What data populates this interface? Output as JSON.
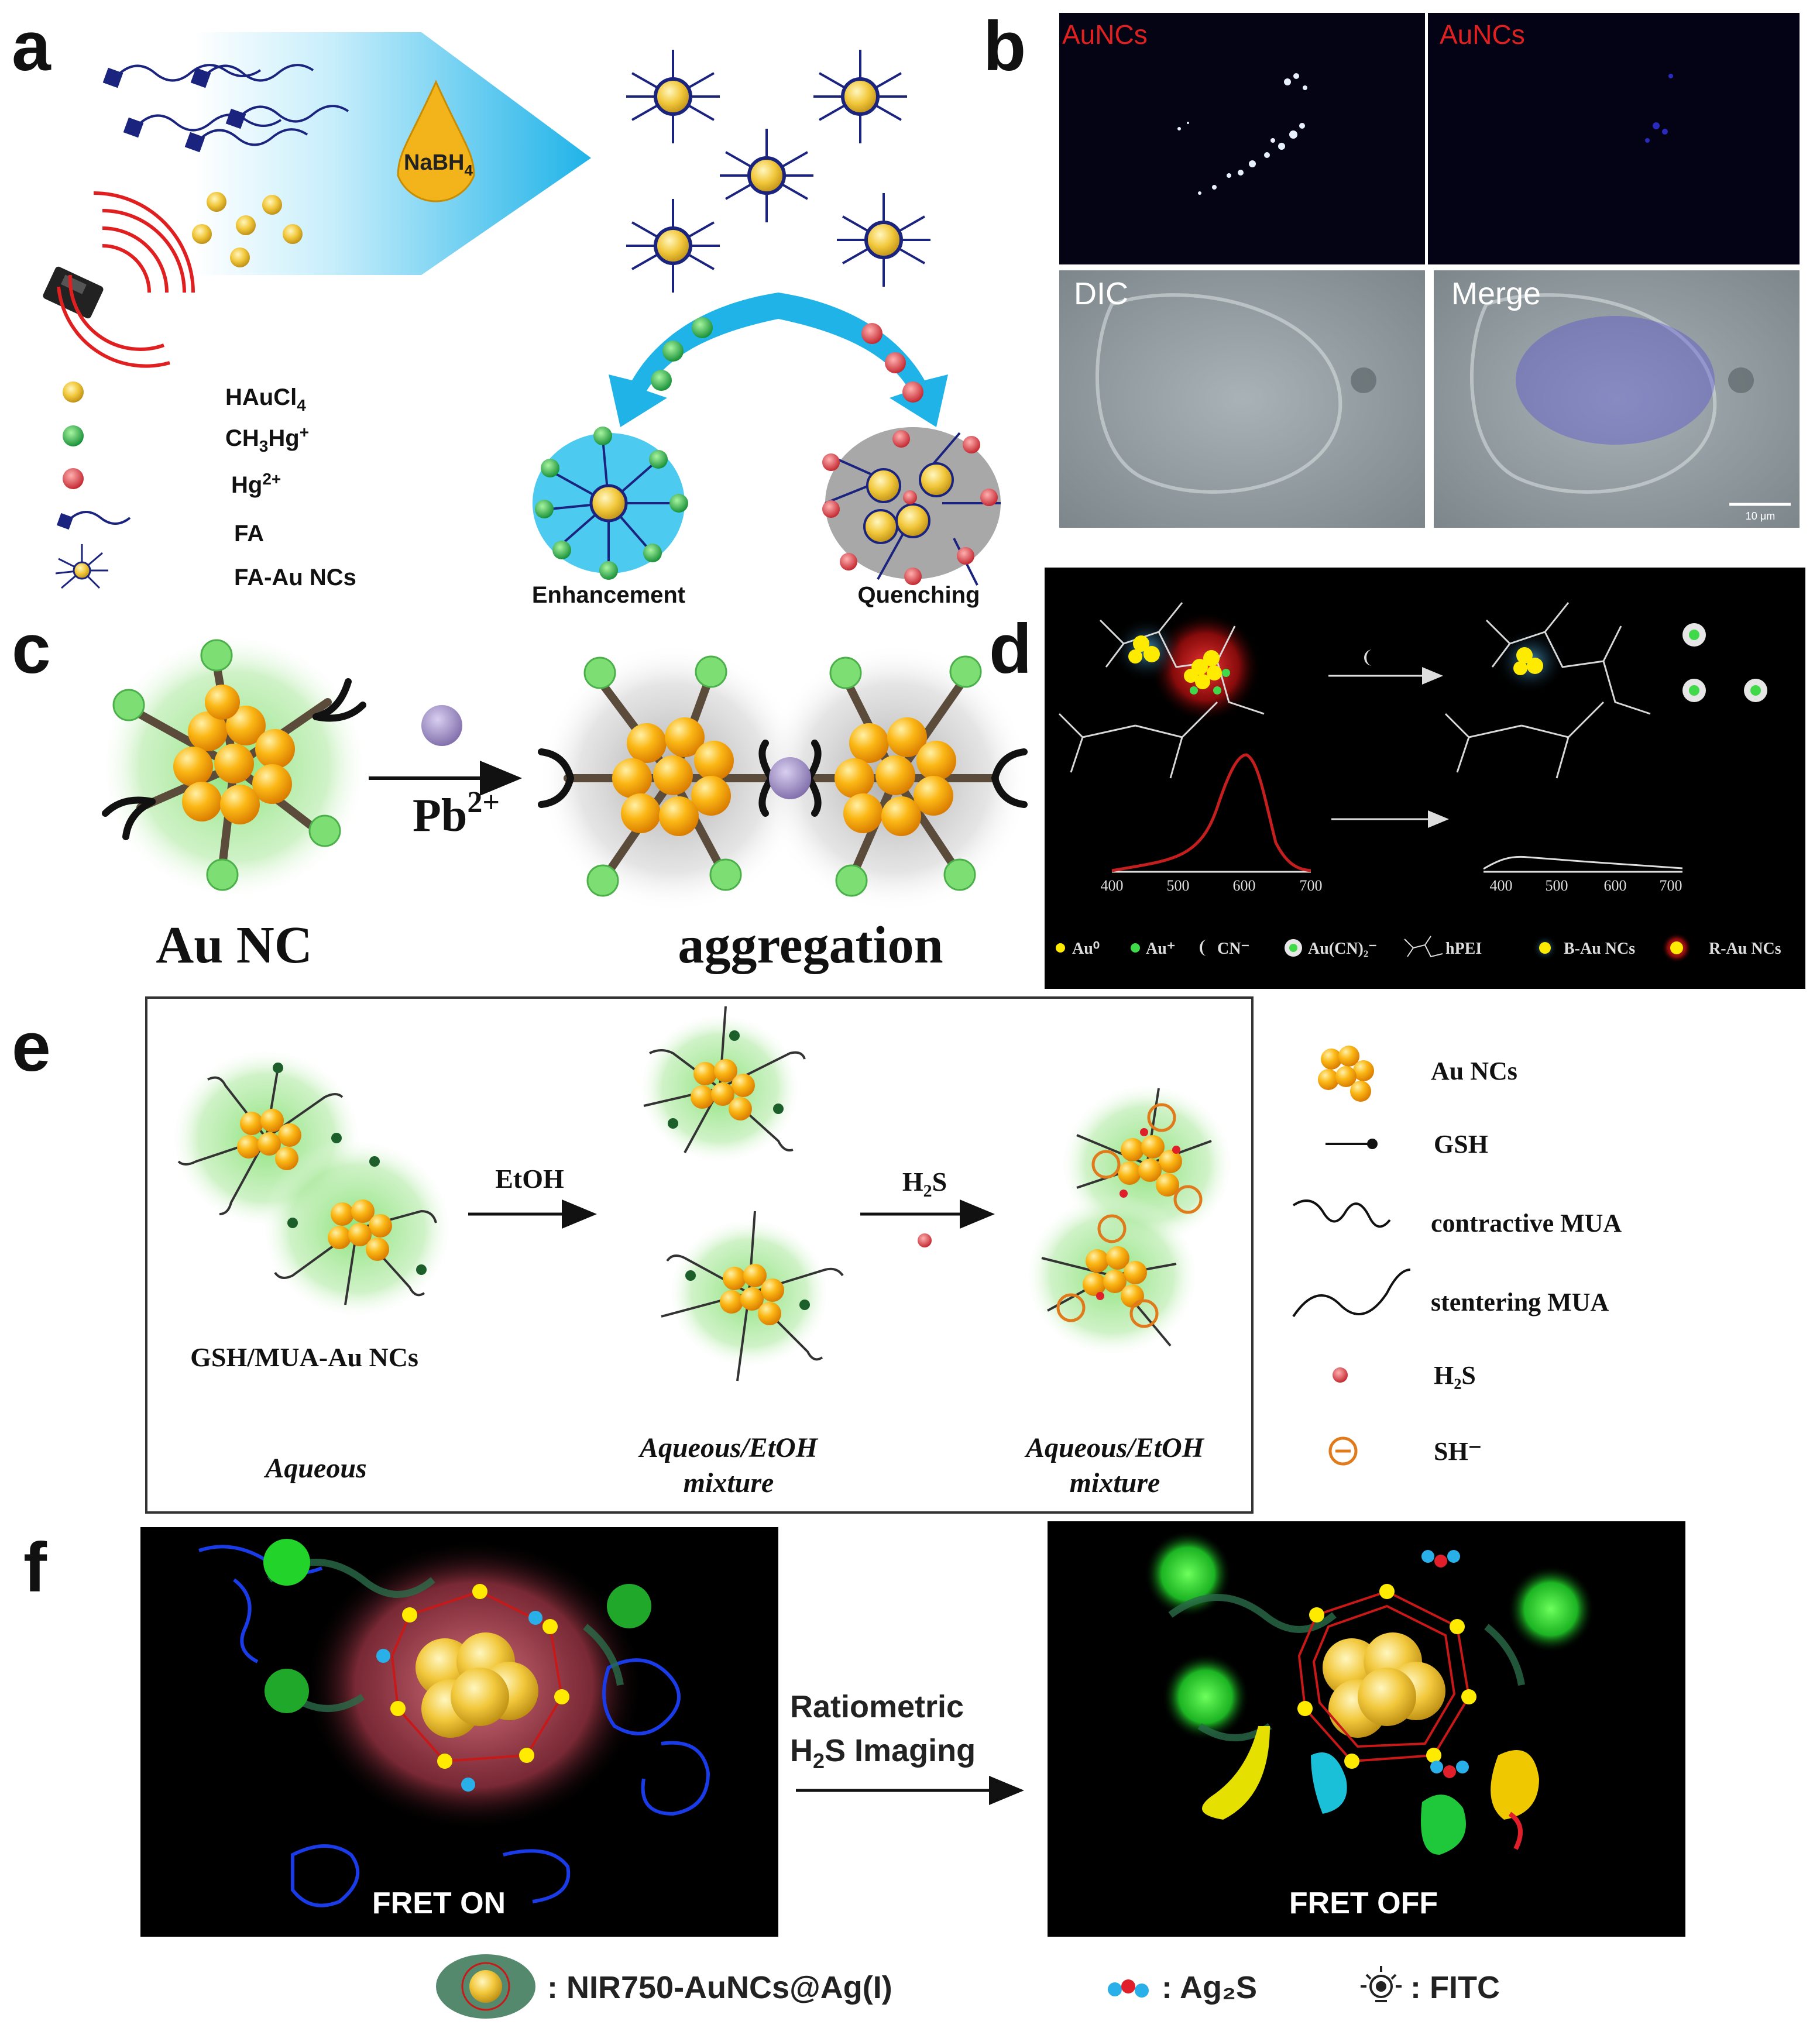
{
  "panel_letters": {
    "a": "a",
    "b": "b",
    "c": "c",
    "d": "d",
    "e": "e",
    "f": "f"
  },
  "panel_a": {
    "reductant": "NaBH",
    "reductant_sub": "4",
    "outcomes": {
      "left": "Enhancement",
      "right": "Quenching"
    },
    "legend": [
      {
        "text": "HAuCl",
        "sub": "4",
        "sup": "",
        "icon": "gold-sphere"
      },
      {
        "text": "CH",
        "sub": "3",
        "tail": "Hg",
        "sup": "+",
        "icon": "green-sphere"
      },
      {
        "text": "Hg",
        "sub": "",
        "sup": "2+",
        "icon": "red-sphere"
      },
      {
        "text": "FA",
        "sub": "",
        "sup": "",
        "icon": "folate-chain"
      },
      {
        "text": "FA-Au NCs",
        "sub": "",
        "sup": "",
        "icon": "fa-au-cluster"
      }
    ],
    "colors": {
      "gold": "#e7c56a",
      "green": "#19a84a",
      "red": "#d9363e",
      "cyan": "#2fb8e6",
      "navy": "#1a237e"
    }
  },
  "panel_b": {
    "tiles": [
      {
        "label": "AuNCs",
        "color": "#e02020"
      },
      {
        "label": "AuNCs",
        "color": "#e02020"
      },
      {
        "label": "DIC",
        "color": "#ffffff"
      },
      {
        "label": "Merge",
        "color": "#ffffff"
      }
    ],
    "scale_bar": "10 μm"
  },
  "panel_c": {
    "left_label": "Au NC",
    "right_label": "aggregation",
    "ion": "Pb",
    "ion_sup": "2+",
    "colors": {
      "gold": "#f6a800",
      "glow": "#74d86a",
      "ion": "#9b87c6"
    }
  },
  "panel_d": {
    "axis_ticks": [
      "400",
      "500",
      "600",
      "700"
    ],
    "legend": [
      {
        "label": "Au⁰",
        "icon": "yellow-dot"
      },
      {
        "label": "Au⁺",
        "icon": "green-dot"
      },
      {
        "label": "CN⁻",
        "icon": "crescent"
      },
      {
        "label": "Au(CN)₂⁻",
        "icon": "complex"
      },
      {
        "label": "hPEI",
        "icon": "polymer"
      },
      {
        "label": "B-Au NCs",
        "icon": "blue-cluster"
      },
      {
        "label": "R-Au NCs",
        "icon": "red-cluster"
      }
    ]
  },
  "panel_e": {
    "arrow1": "EtOH",
    "arrow2_main": "H",
    "arrow2_sub": "2",
    "arrow2_tail": "S",
    "cluster_label": "GSH/MUA-Au  NCs",
    "captions": [
      {
        "line1": "Aqueous",
        "line2": ""
      },
      {
        "line1": "Aqueous/EtOH",
        "line2": "mixture"
      },
      {
        "line1": "Aqueous/EtOH",
        "line2": "mixture"
      }
    ],
    "legend": [
      {
        "text": "Au NCs",
        "icon": "gold-cluster"
      },
      {
        "text": "GSH",
        "icon": "pin"
      },
      {
        "text": "contractive MUA",
        "icon": "curly-line"
      },
      {
        "text": "stentering MUA",
        "icon": "wave-line"
      },
      {
        "text": "H₂S",
        "icon": "red-dot"
      },
      {
        "text": "SH⁻",
        "icon": "orange-ring"
      }
    ]
  },
  "panel_f": {
    "left_caption": "FRET ON",
    "right_caption": "FRET OFF",
    "arrow_line1": "Ratiometric",
    "arrow_line2_a": "H",
    "arrow_line2_sub": "2",
    "arrow_line2_b": "S Imaging",
    "legend": [
      {
        "text": ": NIR750-AuNCs@Ag(I)",
        "icon": "protein-cluster"
      },
      {
        "text": ": Ag₂S",
        "icon": "ag2s-molecule"
      },
      {
        "text": ": FITC",
        "icon": "lamp"
      }
    ]
  }
}
